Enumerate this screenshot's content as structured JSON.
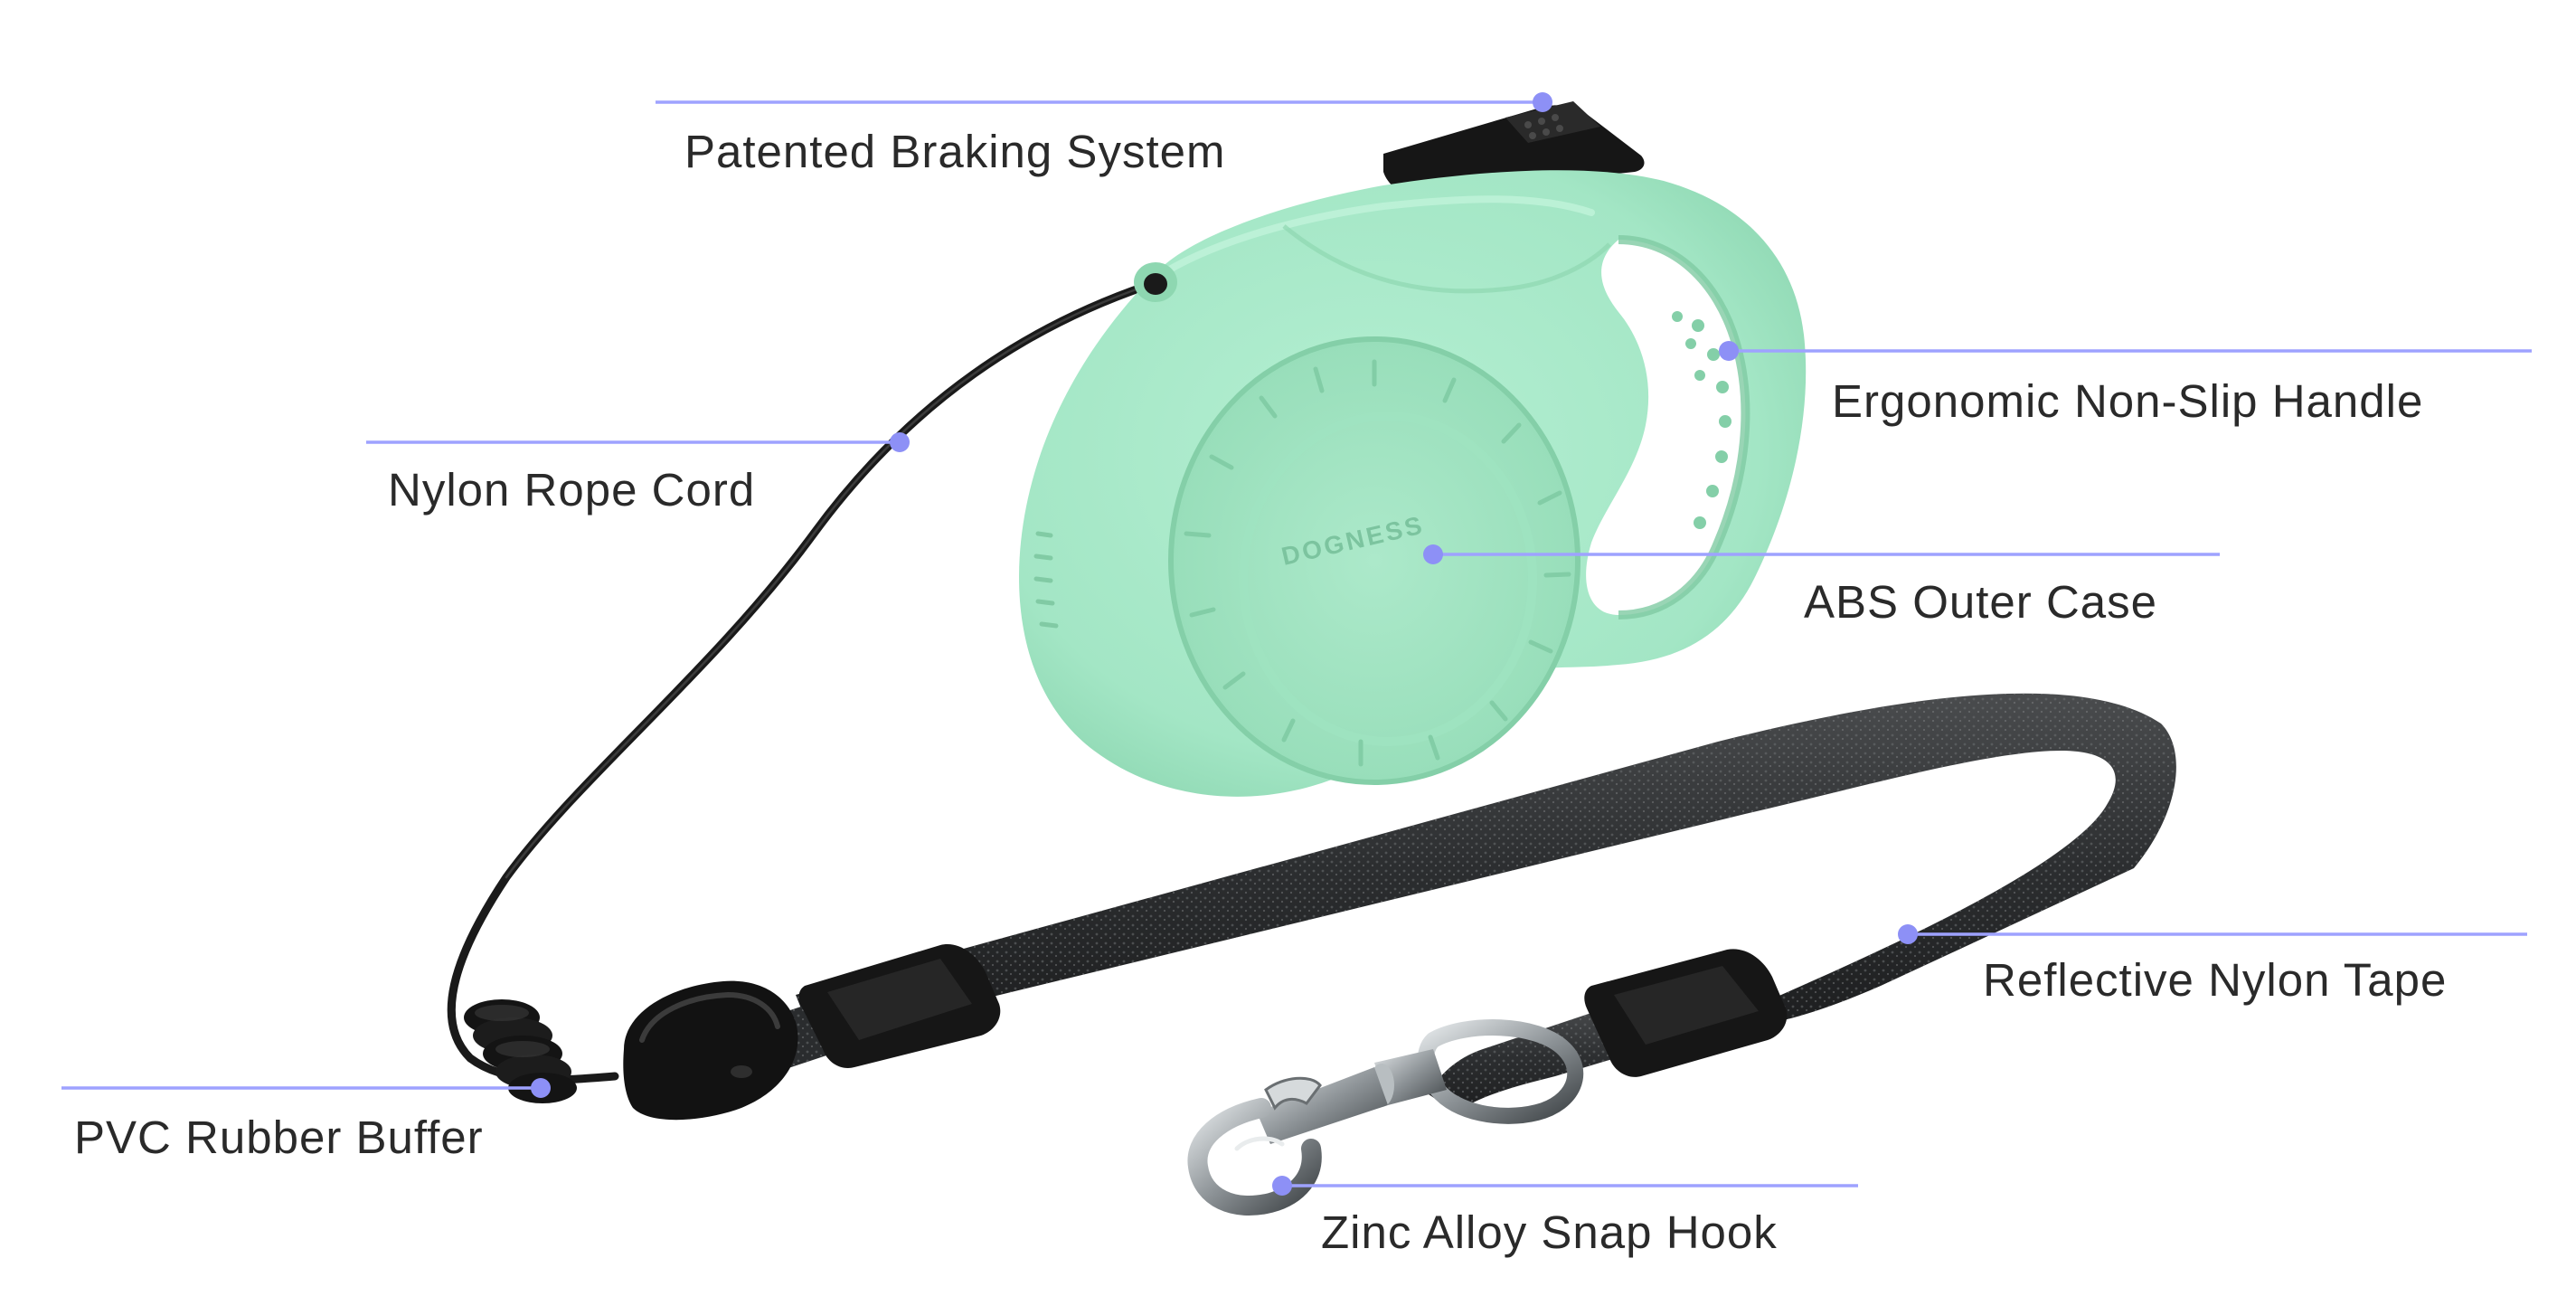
{
  "diagram": {
    "brand_logo_text": "DOGNESS",
    "colors": {
      "case": "#a6e8c8",
      "case_shadow": "#86d4ad",
      "case_dark": "#6fc197",
      "leader_line": "#9ea2ff",
      "dot": "#8d90f6",
      "tape": "#2f3132",
      "plastic": "#1b1b1b",
      "label_text": "#2a2a2a",
      "metal": "#9aa0a4"
    },
    "callouts": [
      {
        "id": "brake",
        "label": "Patented Braking System"
      },
      {
        "id": "handle",
        "label": "Ergonomic Non-Slip Handle"
      },
      {
        "id": "cord",
        "label": "Nylon Rope Cord"
      },
      {
        "id": "case",
        "label": "ABS Outer Case"
      },
      {
        "id": "tape",
        "label": "Reflective Nylon Tape"
      },
      {
        "id": "buffer",
        "label": "PVC Rubber Buffer"
      },
      {
        "id": "hook",
        "label": "Zinc Alloy Snap Hook"
      }
    ]
  }
}
